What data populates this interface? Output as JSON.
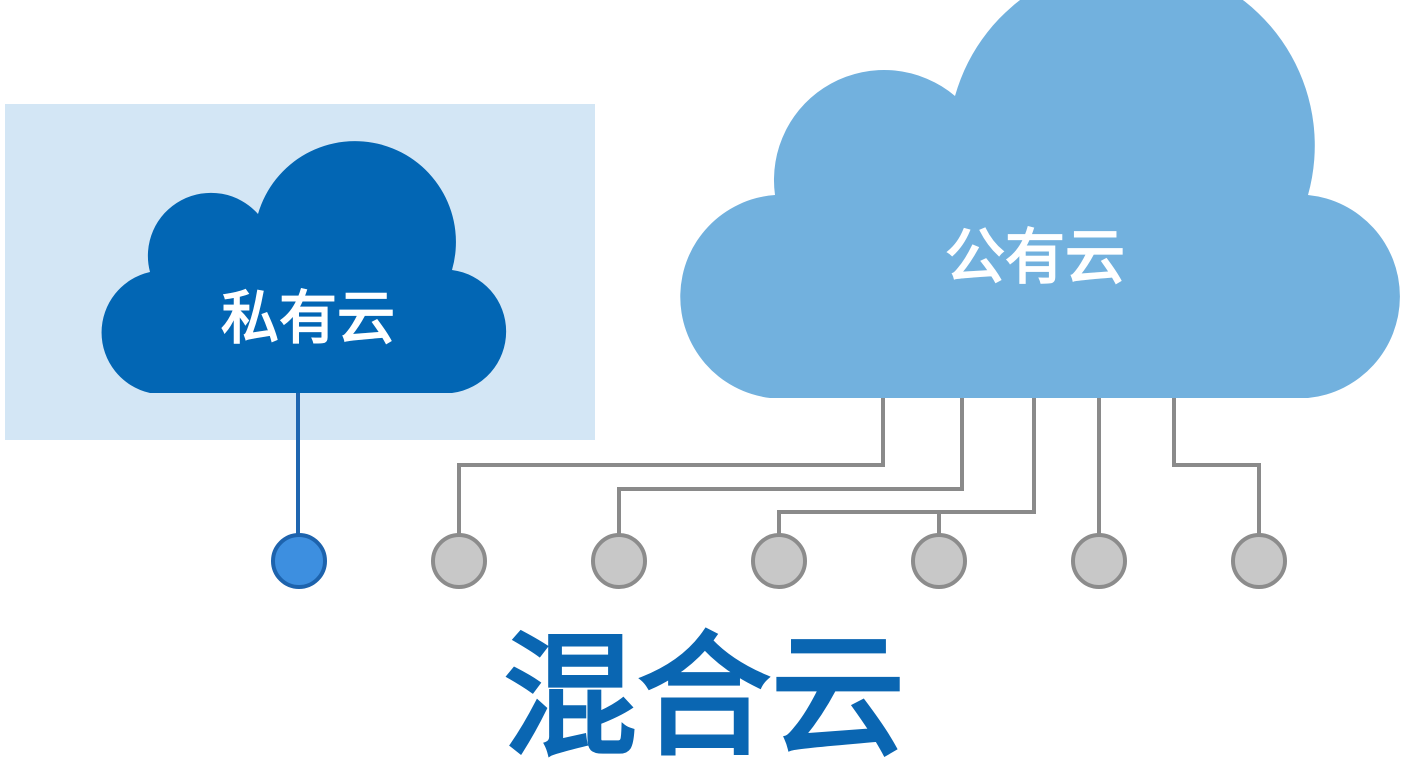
{
  "private_cloud": {
    "label": "私有云",
    "color": "#0266b4",
    "panel_color": "#d3e6f5"
  },
  "public_cloud": {
    "label": "公有云",
    "color": "#72b1de"
  },
  "title": {
    "text": "混合云",
    "color": "#0a66b2"
  },
  "connector_colors": {
    "private": "#1f66b0",
    "public": "#8a8a8a"
  },
  "nodes": [
    {
      "id": "node-1",
      "group": "private",
      "fill": "#3d8fe0",
      "stroke": "#1d63ad"
    },
    {
      "id": "node-2",
      "group": "public",
      "fill": "#c8c8c8",
      "stroke": "#8c8c8c"
    },
    {
      "id": "node-3",
      "group": "public",
      "fill": "#c8c8c8",
      "stroke": "#8c8c8c"
    },
    {
      "id": "node-4",
      "group": "public",
      "fill": "#c8c8c8",
      "stroke": "#8c8c8c"
    },
    {
      "id": "node-5",
      "group": "public",
      "fill": "#c8c8c8",
      "stroke": "#8c8c8c"
    },
    {
      "id": "node-6",
      "group": "public",
      "fill": "#c8c8c8",
      "stroke": "#8c8c8c"
    },
    {
      "id": "node-7",
      "group": "public",
      "fill": "#c8c8c8",
      "stroke": "#8c8c8c"
    }
  ]
}
